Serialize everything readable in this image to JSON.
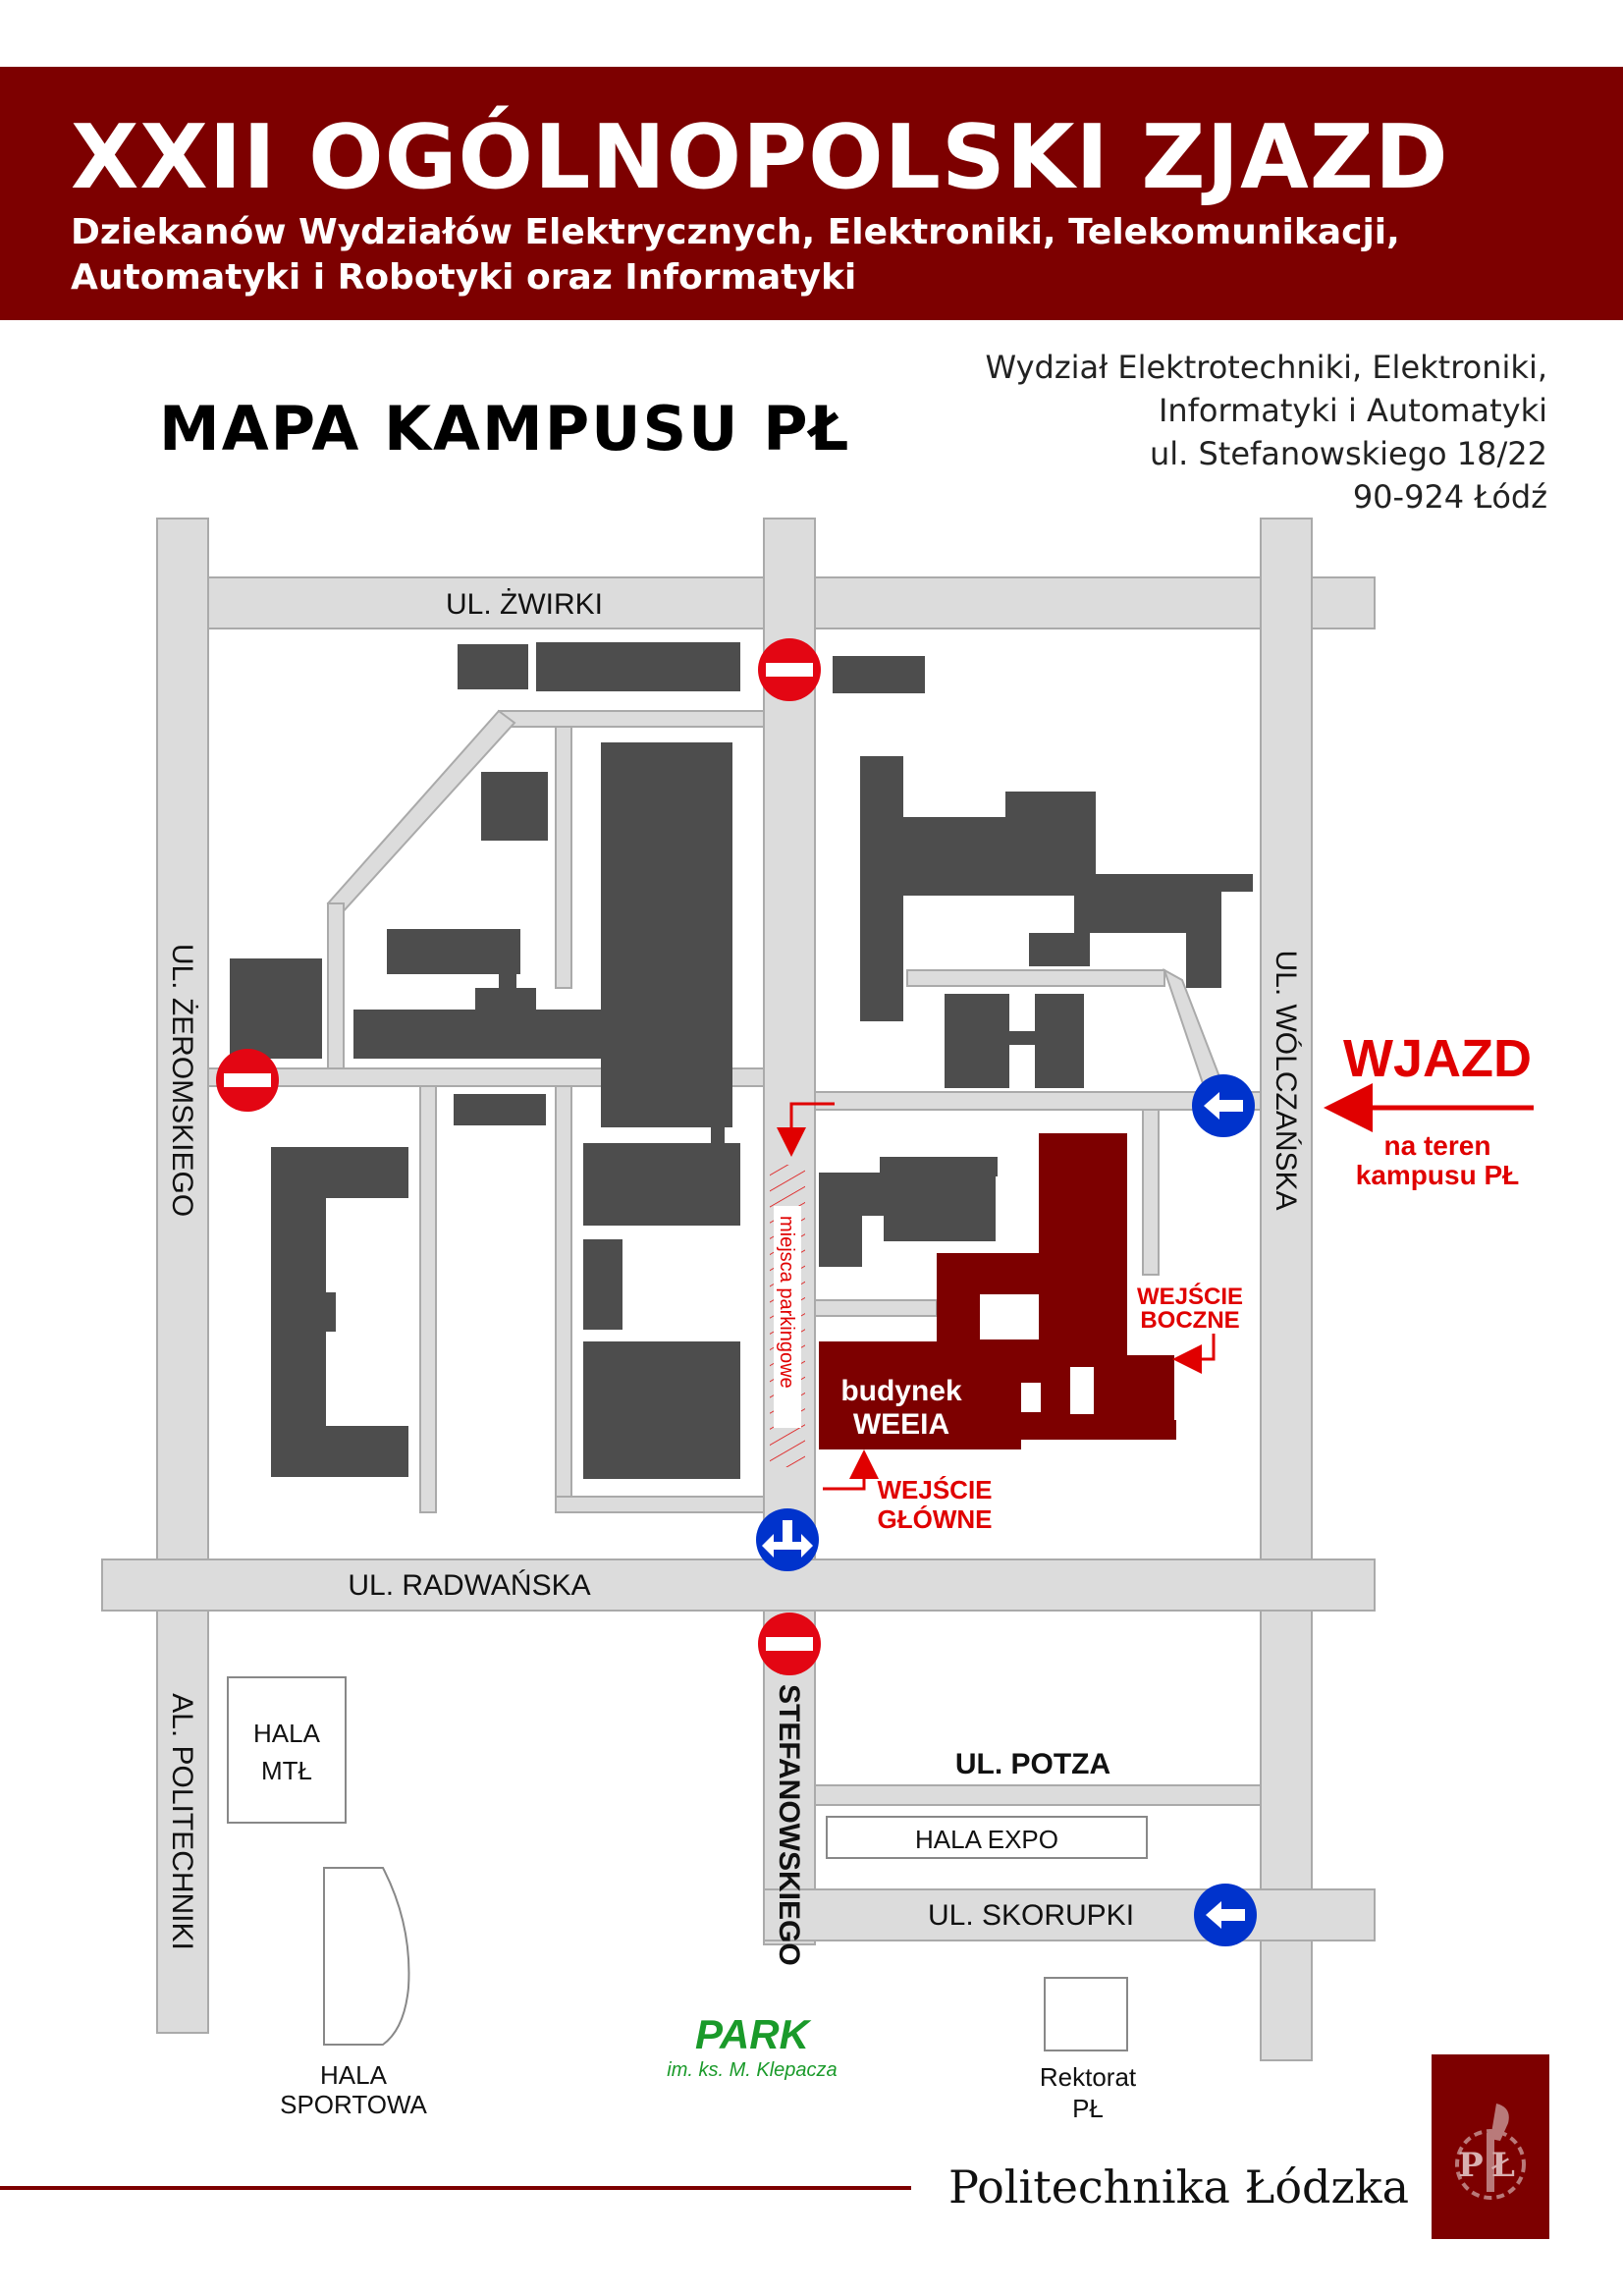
{
  "header": {
    "title": "XXII OGÓLNOPOLSKI ZJAZD",
    "subtitle_line1": "Dziekanów Wydziałów Elektrycznych, Elektroniki, Telekomunikacji,",
    "subtitle_line2": "Automatyki i Robotyki oraz Informatyki"
  },
  "map_title": "MAPA KAMPUSU PŁ",
  "address": {
    "line1": "Wydział Elektrotechniki, Elektroniki,",
    "line2": "Informatyki i Automatyki",
    "line3": "ul. Stefanowskiego 18/22",
    "line4": "90-924 Łódź"
  },
  "streets": {
    "zwirki": "UL. ŻWIRKI",
    "zeromskiego": "UL. ŻEROMSKIEGO",
    "wolczanska": "UL. WÓLCZAŃSKA",
    "radwanska": "UL. RADWAŃSKA",
    "politechniki": "AL. POLITECHNIKI",
    "stefanowskiego": "UL. STEFANOWSKIEGO",
    "potza": "UL. POTZA",
    "skorupki": "UL. SKORUPKI"
  },
  "places": {
    "hala_mtl_1": "HALA",
    "hala_mtl_2": "MTŁ",
    "hala_expo": "HALA EXPO",
    "hala_sportowa_1": "HALA",
    "hala_sportowa_2": "SPORTOWA",
    "park": "PARK",
    "park_sub": "im. ks. M. Klepacza",
    "rektorat_1": "Rektorat",
    "rektorat_2": "PŁ",
    "building_1": "budynek",
    "building_2": "WEEIA"
  },
  "labels": {
    "wjazd": "WJAZD",
    "wjazd_sub1": "na teren",
    "wjazd_sub2": "kampusu PŁ",
    "side_entrance_1": "WEJŚCIE",
    "side_entrance_2": "BOCZNE",
    "main_entrance_1": "WEJŚCIE",
    "main_entrance_2": "GŁÓWNE",
    "parking": "miejsca parkingowe"
  },
  "footer": {
    "institution": "Politechnika Łódzka",
    "logo_text": "PŁ"
  },
  "colors": {
    "brand": "#7d0000",
    "road": "#dcdcdc",
    "road_outline": "#aaaaaa",
    "building": "#4d4d4d",
    "no_entry": "#e30613",
    "mandatory": "#0033cc",
    "park": "#1a9a2a",
    "accent_red": "#e00000"
  }
}
